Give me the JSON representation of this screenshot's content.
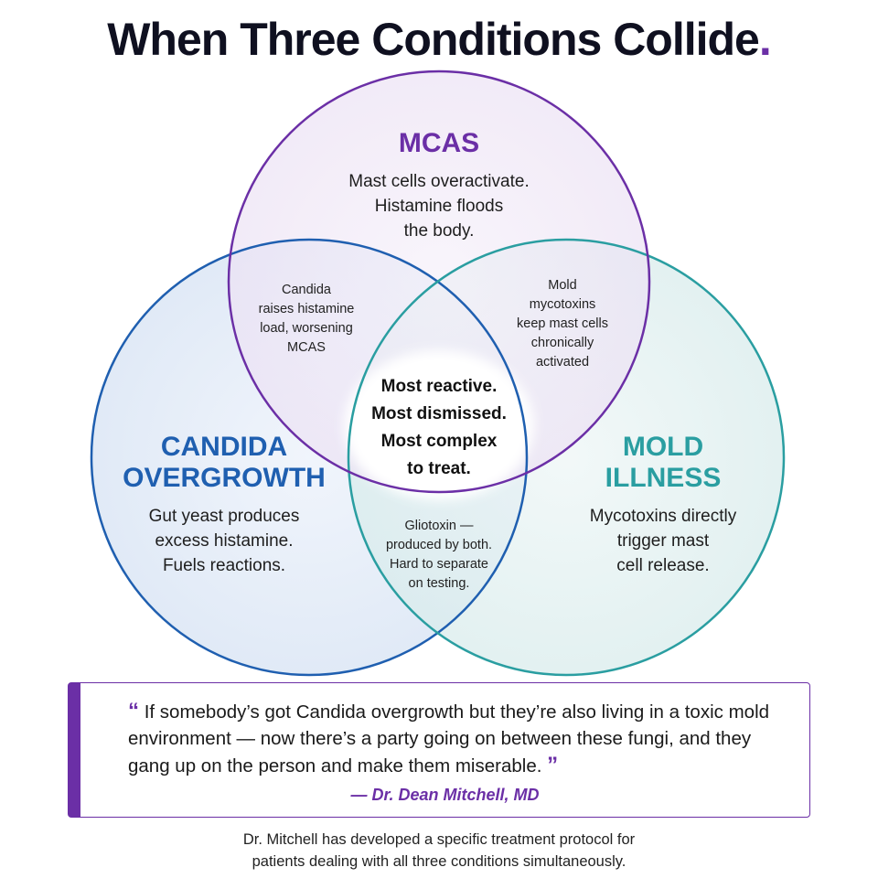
{
  "title": {
    "text": "When Three Conditions Collide",
    "dot": "."
  },
  "colors": {
    "mcas": "#6b2fa6",
    "candida": "#1f5fb0",
    "mold": "#2a9ea1",
    "accent": "#6b2fa6"
  },
  "circles": {
    "mcas": {
      "heading": "MCAS",
      "lines": [
        "Mast cells overactivate.",
        "Histamine floods",
        "the body."
      ]
    },
    "candida": {
      "heading_lines": [
        "CANDIDA",
        "OVERGROWTH"
      ],
      "lines": [
        "Gut yeast produces",
        "excess histamine.",
        "Fuels reactions."
      ]
    },
    "mold": {
      "heading_lines": [
        "MOLD",
        "ILLNESS"
      ],
      "lines": [
        "Mycotoxins directly",
        "trigger mast",
        "cell release."
      ]
    }
  },
  "overlaps": {
    "mcas_candida": [
      "Candida",
      "raises histamine",
      "load, worsening",
      "MCAS"
    ],
    "mcas_mold": [
      "Mold",
      "mycotoxins",
      "keep mast cells",
      "chronically",
      "activated"
    ],
    "candida_mold": [
      "Gliotoxin —",
      "produced by both.",
      "Hard to separate",
      "on testing."
    ],
    "center": [
      "Most reactive.",
      "Most dismissed.",
      "Most complex",
      "to treat."
    ]
  },
  "quote": {
    "open_mark": "“",
    "text": "If somebody’s got Candida overgrowth but they’re also living in a toxic mold environment — now there’s a party going on between these fungi, and they gang up on the person and make them miserable.",
    "close_mark": "”",
    "attribution": "— Dr. Dean Mitchell, MD"
  },
  "footer": [
    "Dr. Mitchell has developed a specific treatment protocol for",
    "patients dealing with all three conditions simultaneously."
  ]
}
